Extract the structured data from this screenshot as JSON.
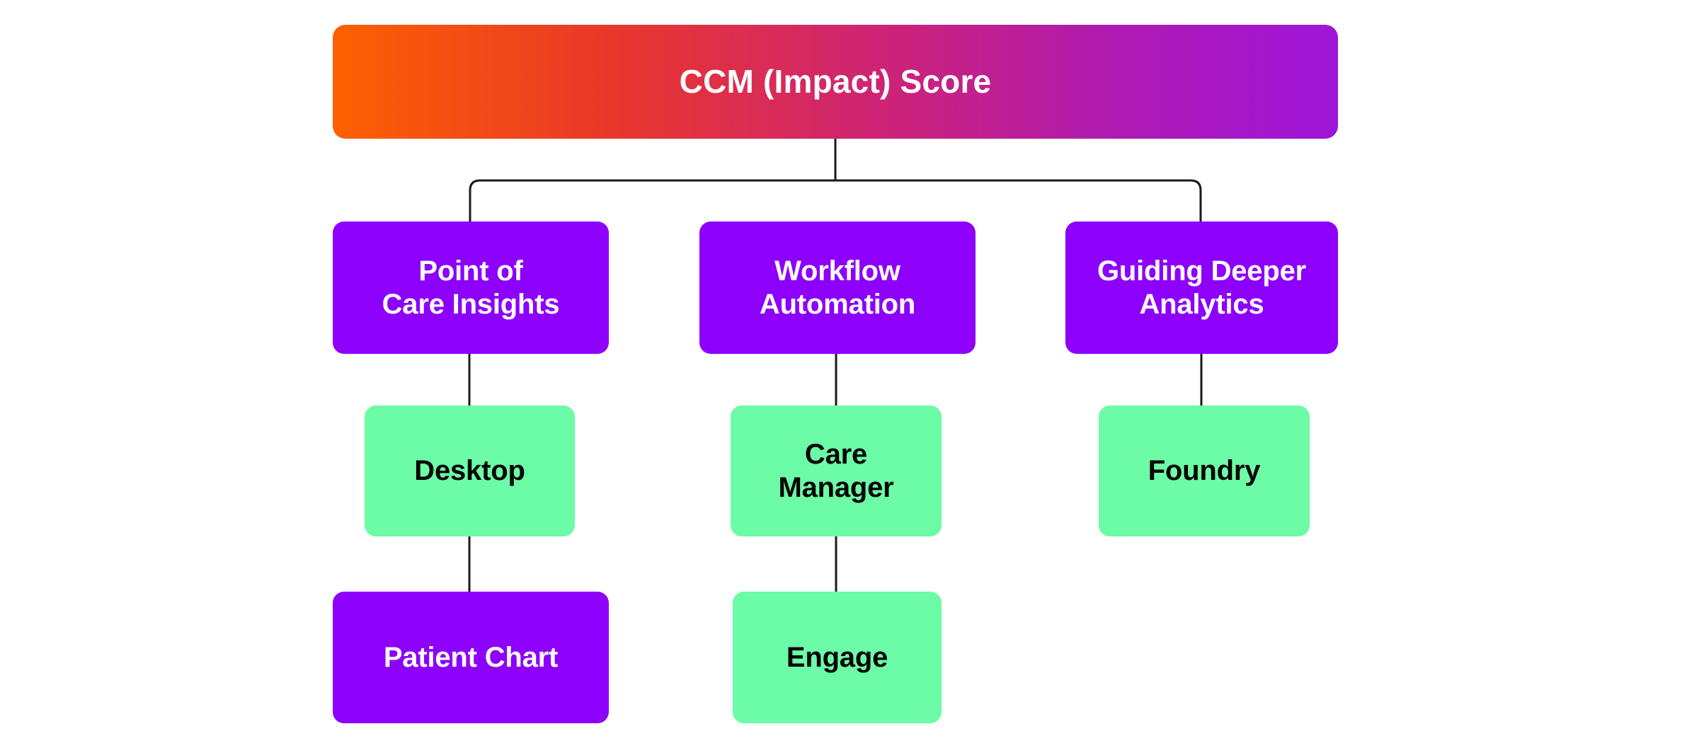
{
  "diagram": {
    "title": "CCM (Impact) Score",
    "type": "hierarchy-tree",
    "background_color": "#FFFFFF",
    "palette": {
      "gradient_start": "#FC6100",
      "gradient_end": "#9E15D8",
      "purple": "#8C00FC",
      "green": "#6CFBA6",
      "connector": "#1A1A1A",
      "text_on_purple": "#FFFFFF",
      "text_on_green": "#000000"
    },
    "root": {
      "label": "CCM (Impact) Score",
      "style": "gradient"
    },
    "branches": [
      {
        "label": "Point of\nCare Insights",
        "line1": "Point of",
        "line2": "Care Insights",
        "style": "purple",
        "children": [
          {
            "label": "Desktop",
            "style": "green"
          },
          {
            "label": "Patient Chart",
            "style": "purple"
          }
        ]
      },
      {
        "label": "Workflow\nAutomation",
        "line1": "Workflow",
        "line2": "Automation",
        "style": "purple",
        "children": [
          {
            "label": "Care\nManager",
            "style": "green"
          },
          {
            "label": "Engage",
            "style": "green"
          }
        ]
      },
      {
        "label": "Guiding Deeper\nAnalytics",
        "line1": "Guiding Deeper",
        "line2": "Analytics",
        "style": "purple",
        "children": [
          {
            "label": "Foundry",
            "style": "green"
          }
        ]
      }
    ]
  }
}
